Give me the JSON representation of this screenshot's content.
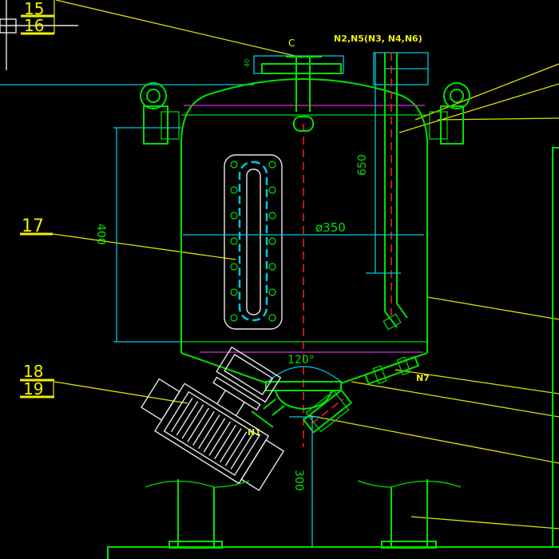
{
  "drawing": {
    "callouts": {
      "c15": "15",
      "c16": "16",
      "c17": "17",
      "c18": "18",
      "c19": "19"
    },
    "nozzles": {
      "top": "C",
      "pipe": "N2,N5(N3, N4,N6)",
      "n7": "N7",
      "n1": "N1"
    },
    "dimensions": {
      "flange_height": "40",
      "pipe_length": "650",
      "diameter": "ø350",
      "shell_height": "400",
      "cone_angle": "120°",
      "leg_height": "300"
    }
  },
  "colors": {
    "background": "#000000",
    "outline": "#00e000",
    "dimension": "#00c8e0",
    "leader": "#e0e000",
    "centerline": "#ff2020",
    "motor": "#e8e8e8",
    "weld": "#c020c0"
  }
}
